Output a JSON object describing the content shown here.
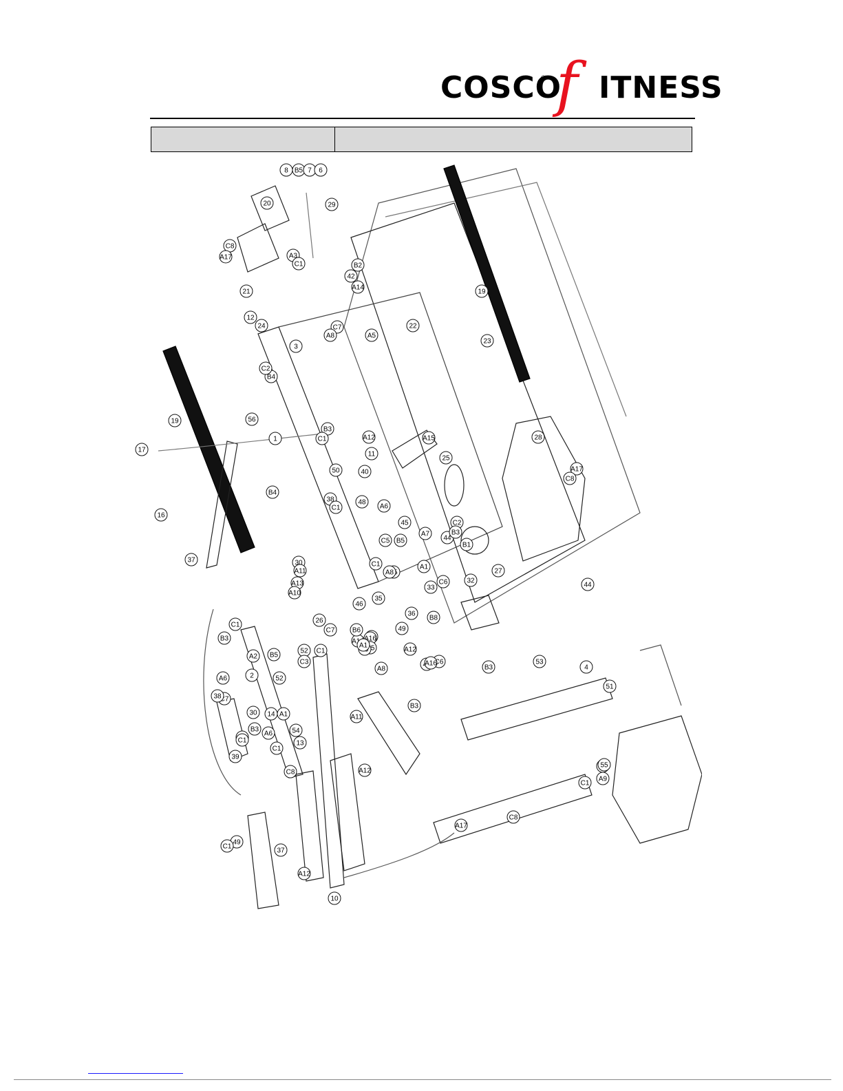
{
  "brand": {
    "left_word": "COSCO",
    "registered": "®",
    "f_letter": "f",
    "right_word": "ITNESS",
    "accent_color": "#e8121f"
  },
  "header_bar": {
    "left_cell": "",
    "right_cell": ""
  },
  "diagram": {
    "callouts": [
      "8",
      "B5",
      "7",
      "6",
      "20",
      "29",
      "19",
      "C8",
      "A17",
      "21",
      "A3",
      "C1",
      "B2",
      "42",
      "A14",
      "22",
      "23",
      "12",
      "24",
      "A5",
      "C7",
      "A8",
      "3",
      "B4",
      "C2",
      "56",
      "19",
      "B3",
      "C1",
      "A12",
      "1",
      "11",
      "A15",
      "25",
      "28",
      "A17",
      "C8",
      "17",
      "50",
      "40",
      "48",
      "C2",
      "B4",
      "45",
      "A7",
      "38",
      "C1",
      "A6",
      "C1",
      "B5",
      "C5",
      "44",
      "B3",
      "32",
      "16",
      "A1",
      "C6",
      "27",
      "15",
      "A8",
      "37",
      "30",
      "A11",
      "A13",
      "A10",
      "46",
      "26",
      "C7",
      "A14",
      "33",
      "35",
      "B8",
      "36",
      "C3",
      "A1",
      "B6",
      "C1",
      "B1",
      "44",
      "49",
      "B3",
      "A16",
      "52",
      "C3",
      "C5",
      "C6",
      "A6",
      "B5",
      "14",
      "A12",
      "B7",
      "A1",
      "2",
      "C1",
      "B3",
      "A2",
      "C7",
      "5",
      "A9",
      "30",
      "38",
      "39",
      "B3",
      "C1",
      "49",
      "41",
      "51",
      "4",
      "52",
      "C8",
      "A1",
      "A16",
      "C1",
      "A17",
      "53",
      "A8",
      "B3",
      "C1",
      "C8",
      "13",
      "54",
      "A6",
      "55",
      "37",
      "A11",
      "A12",
      "49",
      "C1",
      "A12",
      "10"
    ]
  },
  "footer": {
    "link_text": ""
  }
}
